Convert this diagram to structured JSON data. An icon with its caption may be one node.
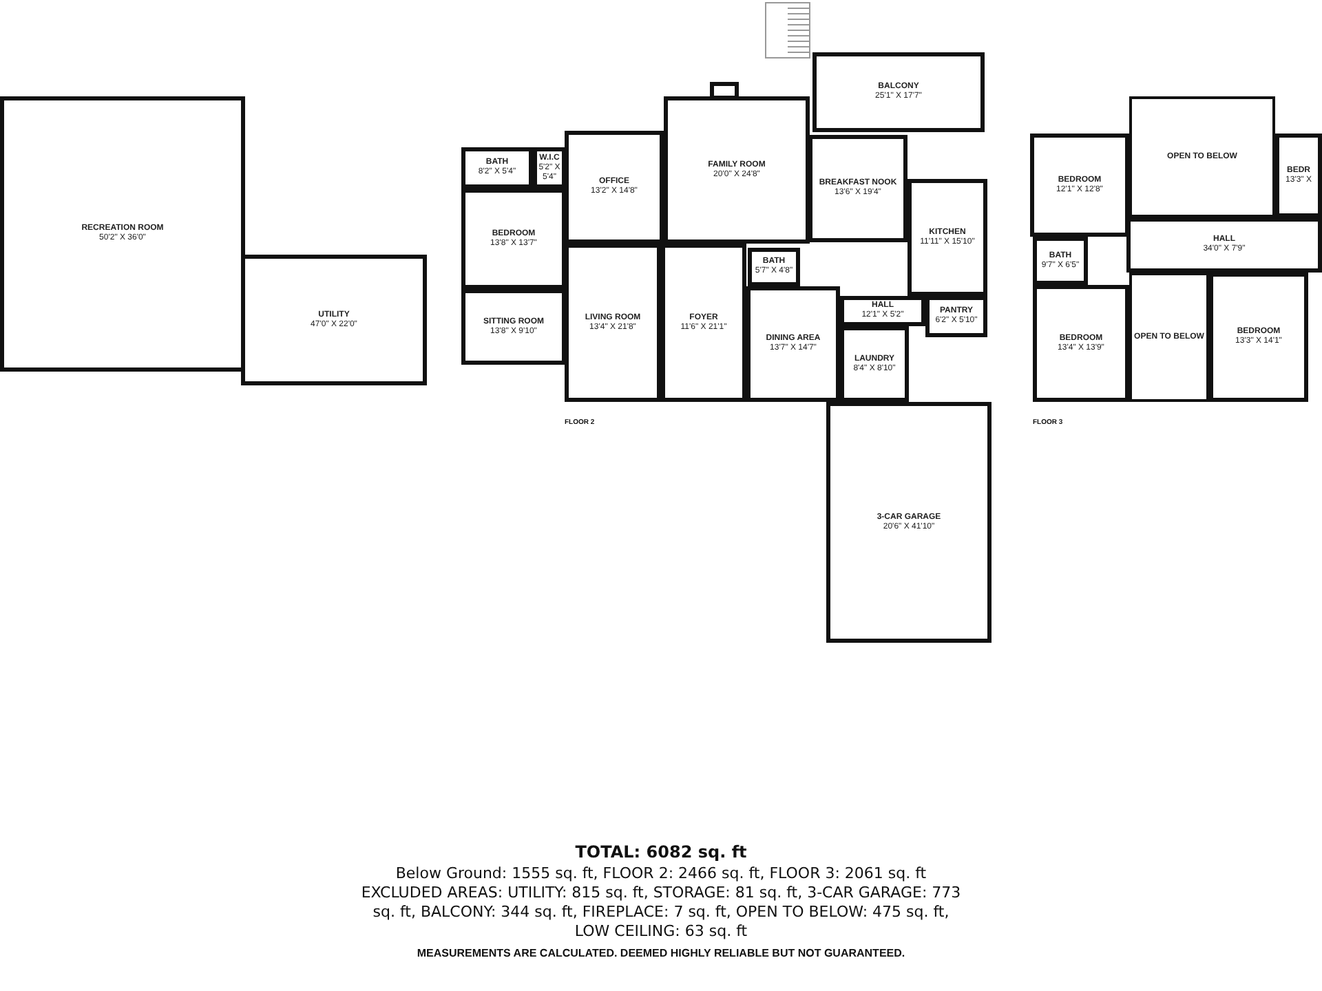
{
  "diagram": {
    "nodes": [
      {
        "text": [
          "RECREATION ROOM",
          "50'2\" X 36'0\""
        ]
      },
      {
        "text": [
          "UTILITY",
          "47'0\" X 22'0\""
        ]
      },
      {
        "text": [
          "BATH",
          "8'2\" X 5'4\""
        ]
      },
      {
        "text": [
          "W.I.C",
          "5'2\" X 5'4\""
        ]
      },
      {
        "text": [
          "BEDROOM",
          "13'8\" X 13'7\""
        ]
      },
      {
        "text": [
          "SITTING ROOM",
          "13'8\" X 9'10\""
        ]
      },
      {
        "text": [
          "OFFICE",
          "13'2\" X 14'8\""
        ]
      },
      {
        "text": [
          "LIVING ROOM",
          "13'4\" X 21'8\""
        ]
      },
      {
        "text": [
          "FAMILY ROOM",
          "20'0\" X 24'8\""
        ]
      },
      {
        "text": [
          "FOYER",
          "11'6\" X 21'1\""
        ]
      },
      {
        "text": [
          "BATH",
          "5'7\" X 4'8\""
        ]
      },
      {
        "text": [
          "DINING AREA",
          "13'7\" X 14'7\""
        ]
      },
      {
        "text": [
          "BREAKFAST NOOK",
          "13'6\" X 19'4\""
        ]
      },
      {
        "text": [
          "BALCONY",
          "25'1\" X 17'7\""
        ]
      },
      {
        "text": [
          "KITCHEN",
          "11'11\" X 15'10\""
        ]
      },
      {
        "text": [
          "HALL",
          "12'1\" X 5'2\""
        ]
      },
      {
        "text": [
          "PANTRY",
          "6'2\" X 5'10\""
        ]
      },
      {
        "text": [
          "LAUNDRY",
          "8'4\" X 8'10\""
        ]
      },
      {
        "text": [
          "3-CAR GARAGE",
          "20'6\" X 41'10\""
        ]
      },
      {
        "text": [
          "BEDROOM",
          "12'1\" X 12'8\""
        ]
      },
      {
        "text": [
          "OPEN TO BELOW"
        ]
      },
      {
        "text": [
          "HALL",
          "34'0\" X 7'9\""
        ]
      },
      {
        "text": [
          "BATH",
          "9'7\" X 6'5\""
        ]
      },
      {
        "text": [
          "BEDROOM",
          "13'4\" X 13'9\""
        ]
      },
      {
        "text": [
          "OPEN TO BELOW"
        ]
      },
      {
        "text": [
          "BEDROOM",
          "13'3\" X 14'1\""
        ]
      },
      {
        "text": [
          "BEDR",
          "13'3\" X"
        ]
      }
    ],
    "labels": [
      "FLOOR 2",
      "FLOOR 3",
      "TOTAL: 6082 sq. ft",
      "Below Ground: 1555 sq. ft, FLOOR 2: 2466 sq. ft, FLOOR 3: 2061 sq. ft",
      "EXCLUDED AREAS: UTILITY: 815 sq. ft, STORAGE: 81 sq. ft, 3-CAR GARAGE: 773 sq. ft, BALCONY: 344 sq. ft, FIREPLACE: 7 sq. ft, OPEN TO BELOW: 475 sq. ft, LOW CEILING: 63 sq. ft",
      "MEASUREMENTS ARE CALCULATED. DEEMED HIGHLY RELIABLE BUT NOT GUARANTEED."
    ]
  }
}
